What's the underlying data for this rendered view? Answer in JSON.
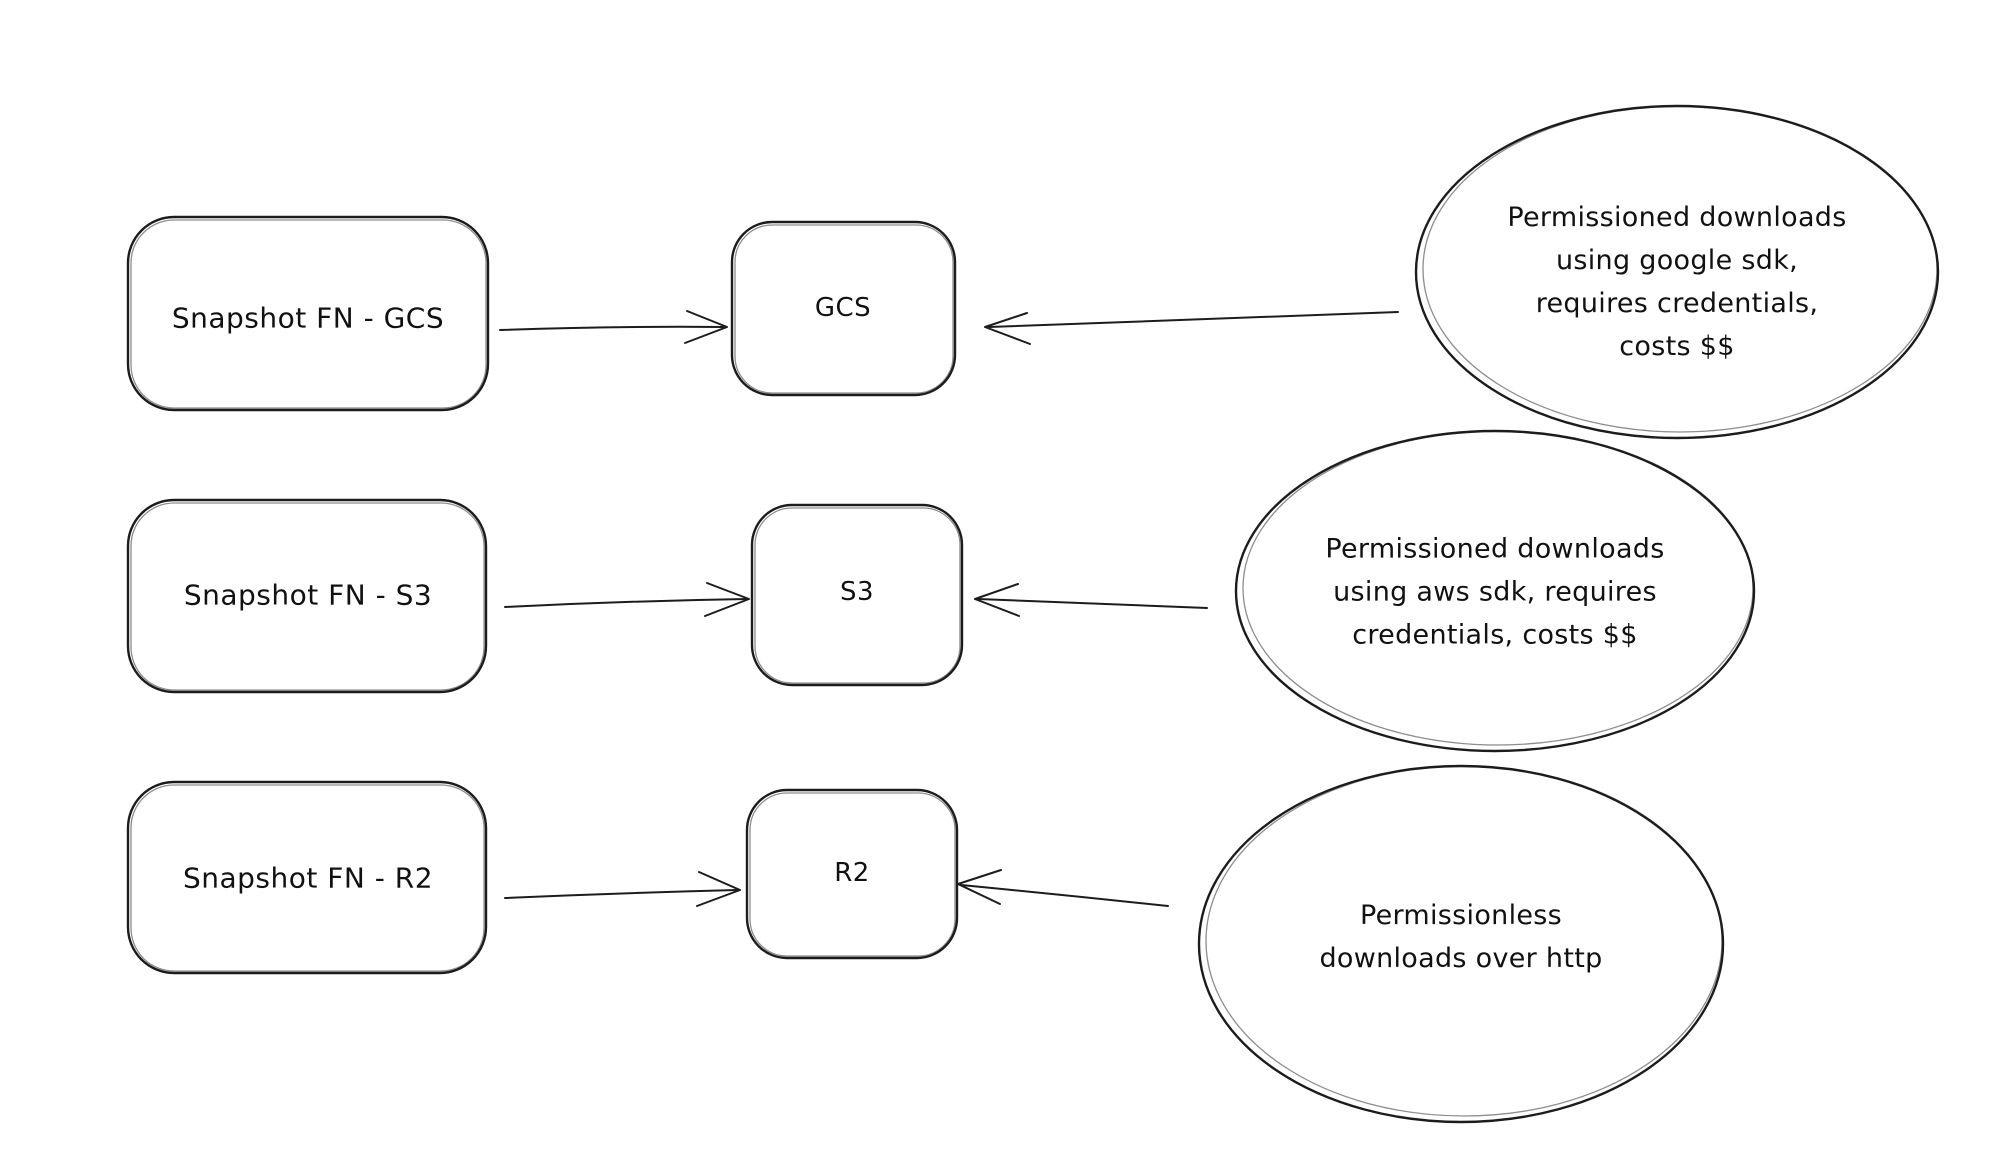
{
  "diagram": {
    "background": "#ffffff",
    "stroke_color": "#1c1c1c",
    "text_color": "#111111",
    "rows": [
      {
        "source": {
          "label": "Snapshot FN - GCS"
        },
        "target": {
          "label": "GCS"
        },
        "note": {
          "lines": [
            "Permissioned downloads",
            "using google sdk,",
            "requires credentials,",
            "costs $$"
          ]
        }
      },
      {
        "source": {
          "label": "Snapshot FN - S3"
        },
        "target": {
          "label": "S3"
        },
        "note": {
          "lines": [
            "Permissioned downloads",
            "using aws sdk, requires",
            "credentials, costs $$"
          ]
        }
      },
      {
        "source": {
          "label": "Snapshot FN - R2"
        },
        "target": {
          "label": "R2"
        },
        "note": {
          "lines": [
            "Permissionless",
            "downloads over http"
          ]
        }
      }
    ],
    "edges": [
      {
        "from": "Snapshot FN - GCS",
        "to": "GCS"
      },
      {
        "from": "Permissioned downloads using google sdk, requires credentials, costs $$",
        "to": "GCS"
      },
      {
        "from": "Snapshot FN - S3",
        "to": "S3"
      },
      {
        "from": "Permissioned downloads using aws sdk, requires credentials, costs $$",
        "to": "S3"
      },
      {
        "from": "Snapshot FN - R2",
        "to": "R2"
      },
      {
        "from": "Permissionless downloads over http",
        "to": "R2"
      }
    ]
  }
}
